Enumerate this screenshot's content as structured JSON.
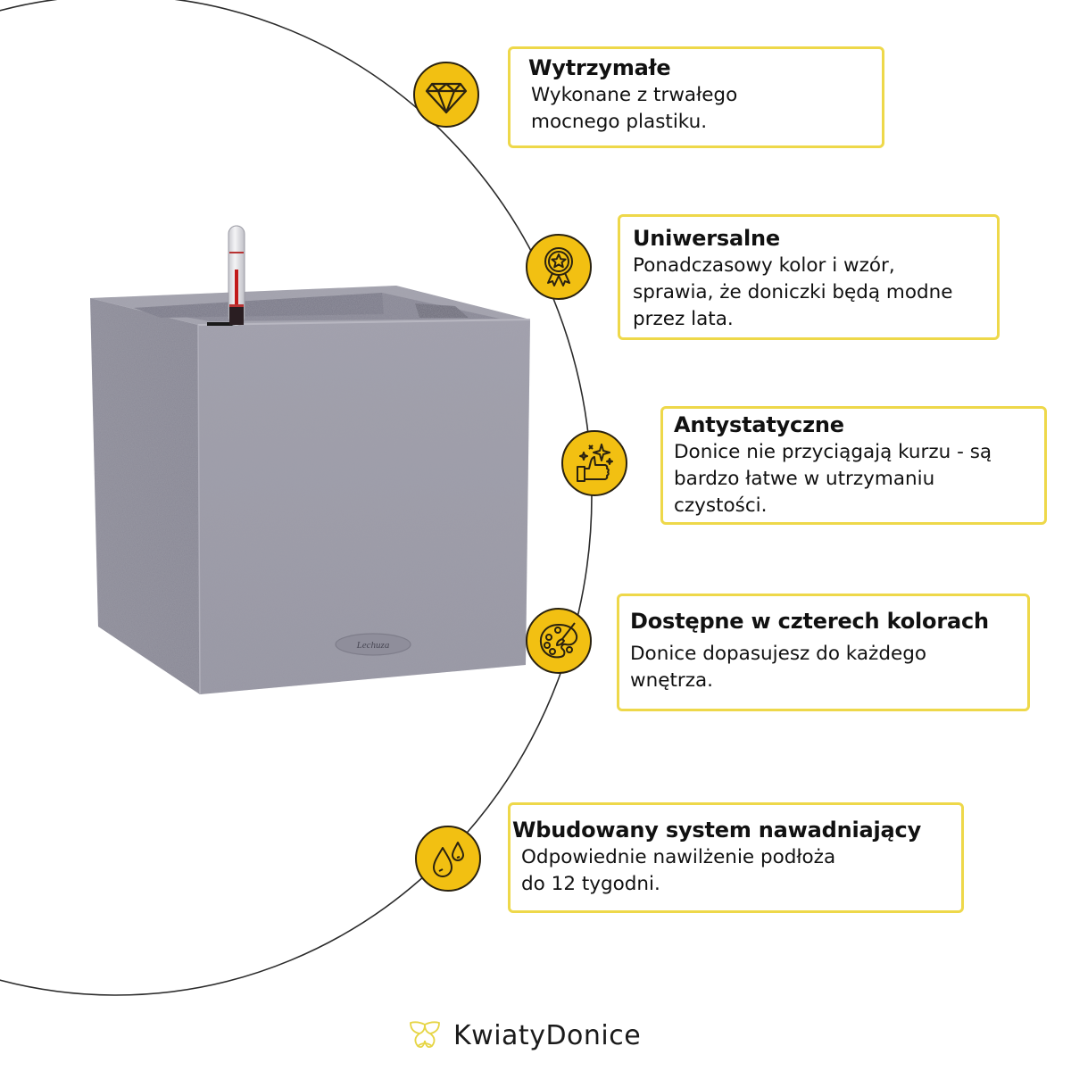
{
  "colors": {
    "accent_yellow": "#f2c012",
    "box_border": "#eed84a",
    "icon_outline": "#2a2210",
    "planter_grey": "#9a9aa6",
    "text": "#111111"
  },
  "product": {
    "name": "Square planter with water level indicator",
    "logo_text": "Lechuza"
  },
  "features": [
    {
      "icon": "diamond-icon",
      "title": "Wytrzymałe",
      "desc": "Wykonane z trwałego\nmocnego plastiku."
    },
    {
      "icon": "award-ribbon-icon",
      "title": "Uniwersalne",
      "desc": "Ponadczasowy kolor i wzór,\nsprawia, że doniczki będą modne\nprzez lata."
    },
    {
      "icon": "thumbs-up-sparkle-icon",
      "title": "Antystatyczne",
      "desc": "Donice nie przyciągają kurzu - są\nbardzo łatwe w utrzymaniu\nczystości."
    },
    {
      "icon": "paint-palette-icon",
      "title": "Dostępne w czterech kolorach",
      "desc": "Donice dopasujesz do każdego\nwnętrza."
    },
    {
      "icon": "water-drops-icon",
      "title": "Wbudowany system nawadniający",
      "desc": "Odpowiednie nawilżenie podłoża\ndo 12 tygodni."
    }
  ],
  "brand": {
    "logo_icon": "butterfly-leaf-icon",
    "name": "KwiatyDonice"
  }
}
